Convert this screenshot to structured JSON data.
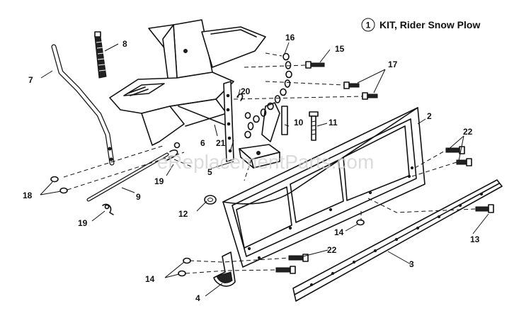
{
  "title": {
    "number": "1",
    "text": "KIT, Rider Snow Plow"
  },
  "watermark": "eReplacementParts.com",
  "callouts": {
    "p2": "2",
    "p3": "3",
    "p4": "4",
    "p5": "5",
    "p6": "6",
    "p7": "7",
    "p8": "8",
    "p9": "9",
    "p10": "10",
    "p11": "11",
    "p12": "12",
    "p13": "13",
    "p14a": "14",
    "p14b": "14",
    "p15": "15",
    "p16": "16",
    "p17": "17",
    "p18": "18",
    "p19a": "19",
    "p19b": "19",
    "p20": "20",
    "p21": "21",
    "p22a": "22",
    "p22b": "22"
  }
}
